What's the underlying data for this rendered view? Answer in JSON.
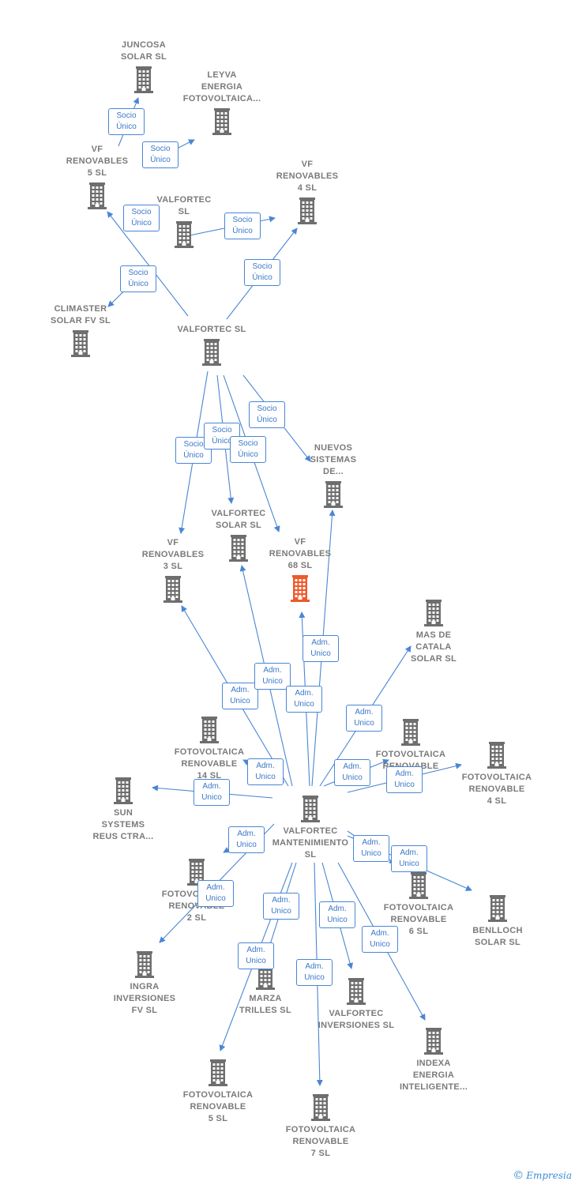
{
  "colors": {
    "building": "#6e6e6e",
    "focus": "#ee5a2c",
    "edge": "#4a86d4",
    "label": "#7a7a7a"
  },
  "nodes": [
    {
      "id": "juncosa",
      "label": [
        "JUNCOSA",
        "SOLAR  SL"
      ],
      "labelPos": "above",
      "icon": "building-icon"
    },
    {
      "id": "leyva",
      "label": [
        "LEYVA",
        "ENERGIA",
        "FOTOVOLTAICA..."
      ],
      "labelPos": "above",
      "icon": "building-icon"
    },
    {
      "id": "vf5",
      "label": [
        "VF",
        "RENOVABLES",
        "5  SL"
      ],
      "labelPos": "above",
      "icon": "building-icon"
    },
    {
      "id": "vf4",
      "label": [
        "VF",
        "RENOVABLES",
        "4  SL"
      ],
      "labelPos": "above",
      "icon": "building-icon"
    },
    {
      "id": "valfortec2",
      "label": [
        "VALFORTEC",
        "SL"
      ],
      "labelPos": "above",
      "icon": "building-icon"
    },
    {
      "id": "climaster",
      "label": [
        "CLIMASTER",
        "SOLAR FV SL"
      ],
      "labelPos": "above",
      "icon": "building-icon"
    },
    {
      "id": "valfortec",
      "label": [
        "VALFORTEC SL"
      ],
      "labelPos": "above",
      "icon": "building-icon"
    },
    {
      "id": "nuevos",
      "label": [
        "NUEVOS",
        "SISTEMAS",
        "DE..."
      ],
      "labelPos": "above",
      "icon": "building-icon"
    },
    {
      "id": "valfortecsolar",
      "label": [
        "VALFORTEC",
        "SOLAR  SL"
      ],
      "labelPos": "above",
      "icon": "building-icon"
    },
    {
      "id": "vf3",
      "label": [
        "VF",
        "RENOVABLES",
        "3  SL"
      ],
      "labelPos": "above",
      "icon": "building-icon"
    },
    {
      "id": "vf68",
      "label": [
        "VF",
        "RENOVABLES",
        "68  SL"
      ],
      "labelPos": "above",
      "icon": "building-icon",
      "focus": true
    },
    {
      "id": "mascatala",
      "label": [
        "MAS DE",
        "CATALA",
        "SOLAR SL"
      ],
      "labelPos": "below",
      "icon": "building-icon"
    },
    {
      "id": "fr14",
      "label": [
        "FOTOVOLTAICA",
        "RENOVABLE",
        "14 SL"
      ],
      "labelPos": "below",
      "icon": "building-icon"
    },
    {
      "id": "fr_mid",
      "label": [
        "FOTOVOLTAICA",
        "RENOVABLE"
      ],
      "labelPos": "below",
      "icon": "building-icon"
    },
    {
      "id": "fr4",
      "label": [
        "FOTOVOLTAICA",
        "RENOVABLE",
        "4 SL"
      ],
      "labelPos": "below",
      "icon": "building-icon"
    },
    {
      "id": "sunsystems",
      "label": [
        "SUN",
        "SYSTEMS",
        "REUS CTRA..."
      ],
      "labelPos": "below",
      "icon": "building-icon"
    },
    {
      "id": "mant",
      "label": [
        "VALFORTEC",
        "MANTENIMIENTO",
        "SL"
      ],
      "labelPos": "below",
      "icon": "building-icon"
    },
    {
      "id": "fr2",
      "label": [
        "FOTOVOLTAICA",
        "RENOVABLE",
        "2  SL"
      ],
      "labelPos": "below",
      "icon": "building-icon"
    },
    {
      "id": "fr6",
      "label": [
        "FOTOVOLTAICA",
        "RENOVABLE",
        "6 SL"
      ],
      "labelPos": "below",
      "icon": "building-icon"
    },
    {
      "id": "benlloch",
      "label": [
        "BENLLOCH",
        "SOLAR SL"
      ],
      "labelPos": "below",
      "icon": "building-icon"
    },
    {
      "id": "ingra",
      "label": [
        "INGRA",
        "INVERSIONES",
        "FV  SL"
      ],
      "labelPos": "below",
      "icon": "building-icon"
    },
    {
      "id": "marza",
      "label": [
        "MARZA",
        "TRILLES SL"
      ],
      "labelPos": "below",
      "icon": "building-icon"
    },
    {
      "id": "vfinv",
      "label": [
        "VALFORTEC",
        "INVERSIONES SL"
      ],
      "labelPos": "below",
      "icon": "building-icon"
    },
    {
      "id": "indexa",
      "label": [
        "INDEXA",
        "ENERGIA",
        "INTELIGENTE..."
      ],
      "labelPos": "below",
      "icon": "building-icon"
    },
    {
      "id": "fr5",
      "label": [
        "FOTOVOLTAICA",
        "RENOVABLE",
        "5 SL"
      ],
      "labelPos": "below",
      "icon": "building-icon"
    },
    {
      "id": "fr7",
      "label": [
        "FOTOVOLTAICA",
        "RENOVABLE",
        "7 SL"
      ],
      "labelPos": "below",
      "icon": "building-icon"
    }
  ],
  "edges": [
    {
      "from": "valfortec",
      "to": "juncosa",
      "label": [
        "Socio",
        "Único"
      ]
    },
    {
      "from": "valfortec",
      "to": "leyva",
      "label": [
        "Socio",
        "Único"
      ]
    },
    {
      "from": "valfortec",
      "to": "vf5",
      "label": [
        "Socio",
        "Único"
      ]
    },
    {
      "from": "valfortec",
      "to": "vf4",
      "label": [
        "Socio",
        "Único"
      ]
    },
    {
      "from": "valfortec",
      "to": "valfortec2",
      "label": [
        "Socio",
        "Único"
      ]
    },
    {
      "from": "valfortec",
      "to": "climaster",
      "label": [
        "Socio",
        "Único"
      ]
    },
    {
      "from": "valfortec",
      "to": "vf3",
      "label": [
        "Socio",
        "Único"
      ]
    },
    {
      "from": "valfortec",
      "to": "valfortecsolar",
      "label": [
        "Socio",
        "Único"
      ]
    },
    {
      "from": "valfortec",
      "to": "vf68",
      "label": [
        "Socio",
        "Único"
      ]
    },
    {
      "from": "valfortec",
      "to": "nuevos",
      "label": [
        "Socio",
        "Único"
      ]
    },
    {
      "from": "mant",
      "to": "vf3",
      "label": [
        "Adm.",
        "Unico"
      ]
    },
    {
      "from": "mant",
      "to": "valfortecsolar",
      "label": [
        "Adm.",
        "Unico"
      ]
    },
    {
      "from": "mant",
      "to": "vf68",
      "label": [
        "Adm.",
        "Unico"
      ]
    },
    {
      "from": "mant",
      "to": "nuevos",
      "label": [
        "Adm.",
        "Unico"
      ]
    },
    {
      "from": "mant",
      "to": "mascatala",
      "label": [
        "Adm.",
        "Unico"
      ]
    },
    {
      "from": "mant",
      "to": "fr14",
      "label": [
        "Adm.",
        "Unico"
      ]
    },
    {
      "from": "mant",
      "to": "fr_mid",
      "label": [
        "Adm.",
        "Unico"
      ]
    },
    {
      "from": "mant",
      "to": "fr4",
      "label": [
        "Adm.",
        "Unico"
      ]
    },
    {
      "from": "mant",
      "to": "sunsystems",
      "label": [
        "Adm.",
        "Unico"
      ]
    },
    {
      "from": "mant",
      "to": "fr2",
      "label": [
        "Adm.",
        "Unico"
      ]
    },
    {
      "from": "mant",
      "to": "fr6",
      "label": [
        "Adm.",
        "Unico"
      ]
    },
    {
      "from": "mant",
      "to": "benlloch",
      "label": [
        "Adm.",
        "Unico"
      ]
    },
    {
      "from": "mant",
      "to": "ingra",
      "label": [
        "Adm.",
        "Unico"
      ]
    },
    {
      "from": "mant",
      "to": "marza",
      "label": [
        "Adm.",
        "Unico"
      ]
    },
    {
      "from": "mant",
      "to": "vfinv",
      "label": [
        "Adm.",
        "Unico"
      ]
    },
    {
      "from": "mant",
      "to": "indexa",
      "label": [
        "Adm.",
        "Unico"
      ]
    },
    {
      "from": "mant",
      "to": "fr5",
      "label": [
        "Adm.",
        "Unico"
      ]
    },
    {
      "from": "mant",
      "to": "fr7",
      "label": [
        "Adm.",
        "Unico"
      ]
    }
  ],
  "brand": {
    "symbol": "©",
    "name": "Empresia"
  }
}
